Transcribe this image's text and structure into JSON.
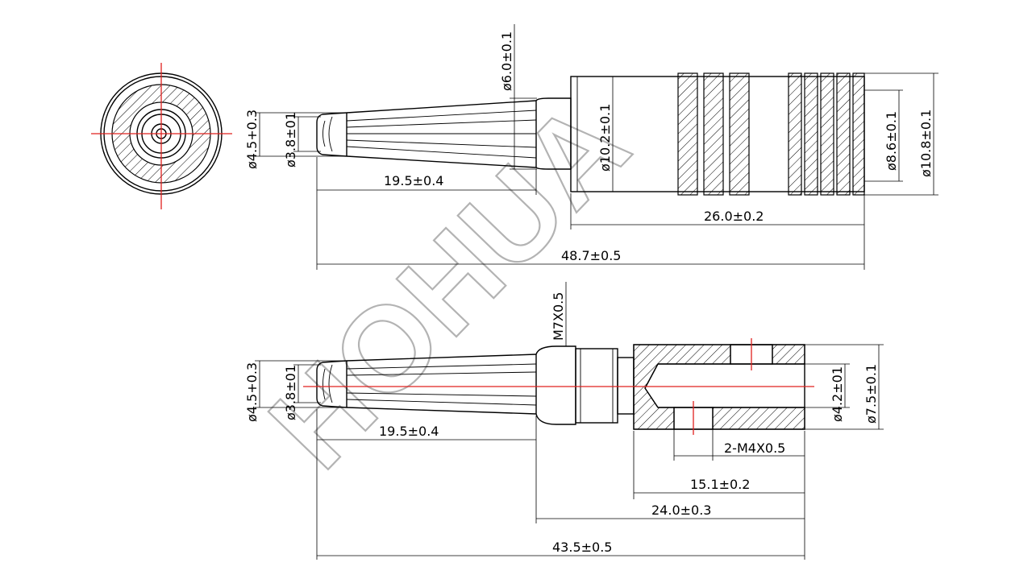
{
  "watermark": "HOHUA",
  "colors": {
    "line": "#000000",
    "center_line": "#e0201e",
    "watermark": "#9a9a9a"
  },
  "top_view": {
    "dims": {
      "pin_outer_dia": "ø4.5+0.3",
      "pin_inner_dia": "ø3.8±01",
      "neck_dia": "ø6.0±0.1",
      "body_dia": "ø10.2±0.1",
      "bore_dia": "ø8.6±0.1",
      "knurl_dia": "ø10.8±0.1",
      "pin_length": "19.5±0.4",
      "body_length": "26.0±0.2",
      "overall_length": "48.7±0.5"
    }
  },
  "bottom_view": {
    "dims": {
      "pin_outer_dia": "ø4.5+0.3",
      "pin_inner_dia": "ø3.8±01",
      "thread": "M7X0.5",
      "hole_dia": "ø4.2±01",
      "sleeve_dia": "ø7.5±0.1",
      "set_screws": "2-M4X0.5",
      "pin_length": "19.5±0.4",
      "sleeve_length": "15.1±0.2",
      "body_length": "24.0±0.3",
      "overall_length": "43.5±0.5"
    }
  }
}
